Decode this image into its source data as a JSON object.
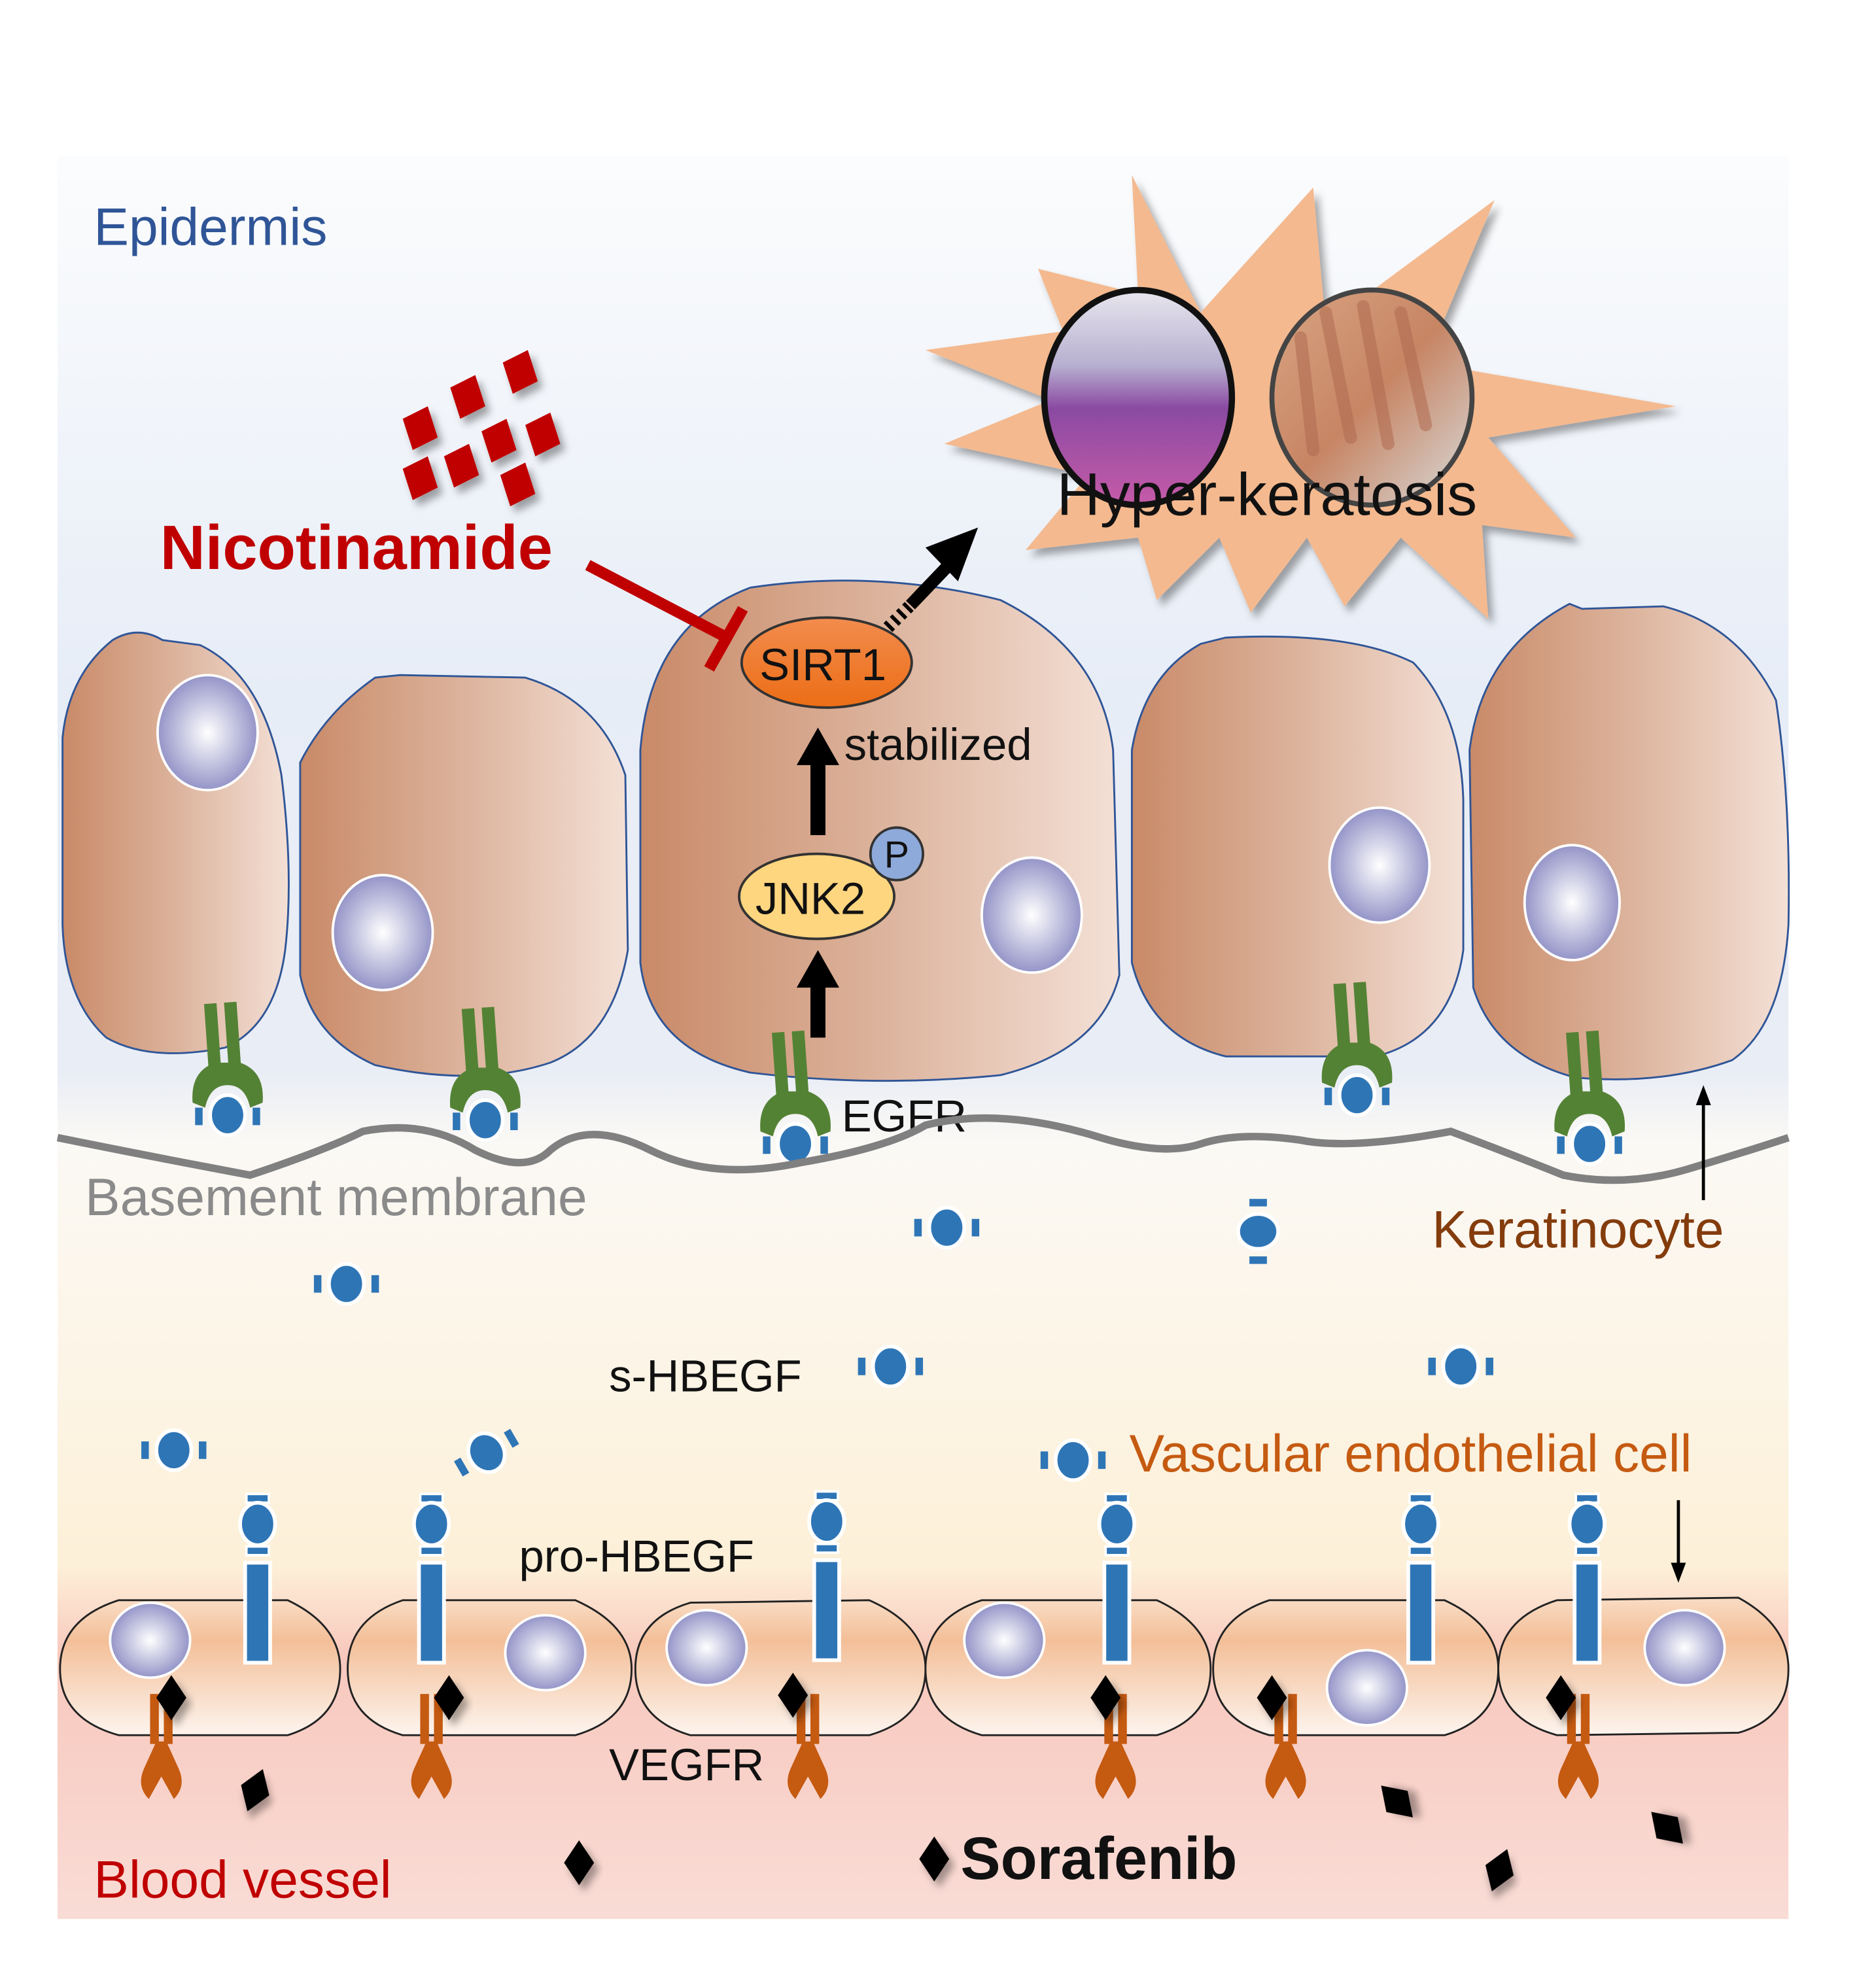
{
  "title": "Sorafenib-induced hyperkeratosis mechanism and nicotinamide intervention",
  "regions": {
    "epidermis": "Epidermis",
    "basement_membrane": "Basement membrane",
    "blood_vessel": "Blood vessel"
  },
  "cells": {
    "keratinocyte": "Keratinocyte",
    "vascular_endothelial_cell": "Vascular endothelial cell"
  },
  "molecules": {
    "nicotinamide": "Nicotinamide",
    "sirt1": "SIRT1",
    "jnk2": "JNK2",
    "phospho": "P",
    "egfr": "EGFR",
    "s_hbegf": "s-HBEGF",
    "pro_hbegf": "pro-HBEGF",
    "vegfr": "VEGFR",
    "sorafenib": "Sorafenib"
  },
  "annotations": {
    "stabilized": "stabilized",
    "outcome": "Hyper-keratosis"
  },
  "relations": [
    {
      "from": "Nicotinamide",
      "to": "SIRT1",
      "type": "inhibits"
    },
    {
      "from": "JNK2",
      "to": "SIRT1",
      "type": "stabilizes"
    },
    {
      "from": "EGFR",
      "to": "JNK2",
      "type": "activates"
    },
    {
      "from": "SIRT1",
      "to": "Hyper-keratosis",
      "type": "promotes"
    },
    {
      "from": "Sorafenib",
      "to": "VEGFR",
      "type": "binds"
    }
  ],
  "colors": {
    "nicotinamide": "#c00000",
    "sirt1": "#f07a2a",
    "jnk2": "#ffd680",
    "phospho": "#8eaadb",
    "egfr": "#548235",
    "hbegf": "#2e75b6",
    "vegfr": "#c55a11",
    "keratinocyte": "#c98a68",
    "nucleus": "#9b9bd0",
    "basement_membrane": "#808080",
    "starburst": "#f4b98f"
  }
}
